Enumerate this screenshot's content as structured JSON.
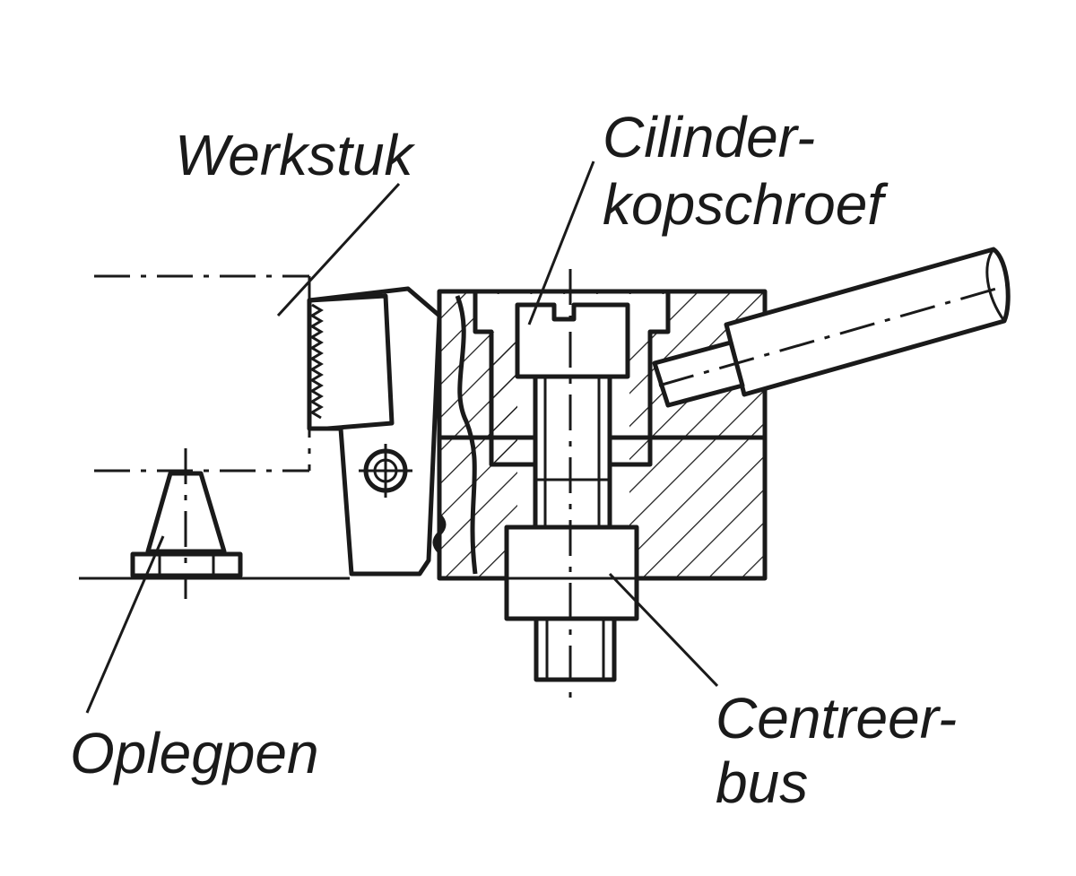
{
  "labels": {
    "workpiece": "Werkstuk",
    "screw_line1": "Cilinder-",
    "screw_line2": "kopschroef",
    "support_pin": "Oplegpen",
    "bush_line1": "Centreer-",
    "bush_line2": "bus"
  },
  "colors": {
    "ink": "#1a1a1a",
    "background": "#ffffff"
  }
}
